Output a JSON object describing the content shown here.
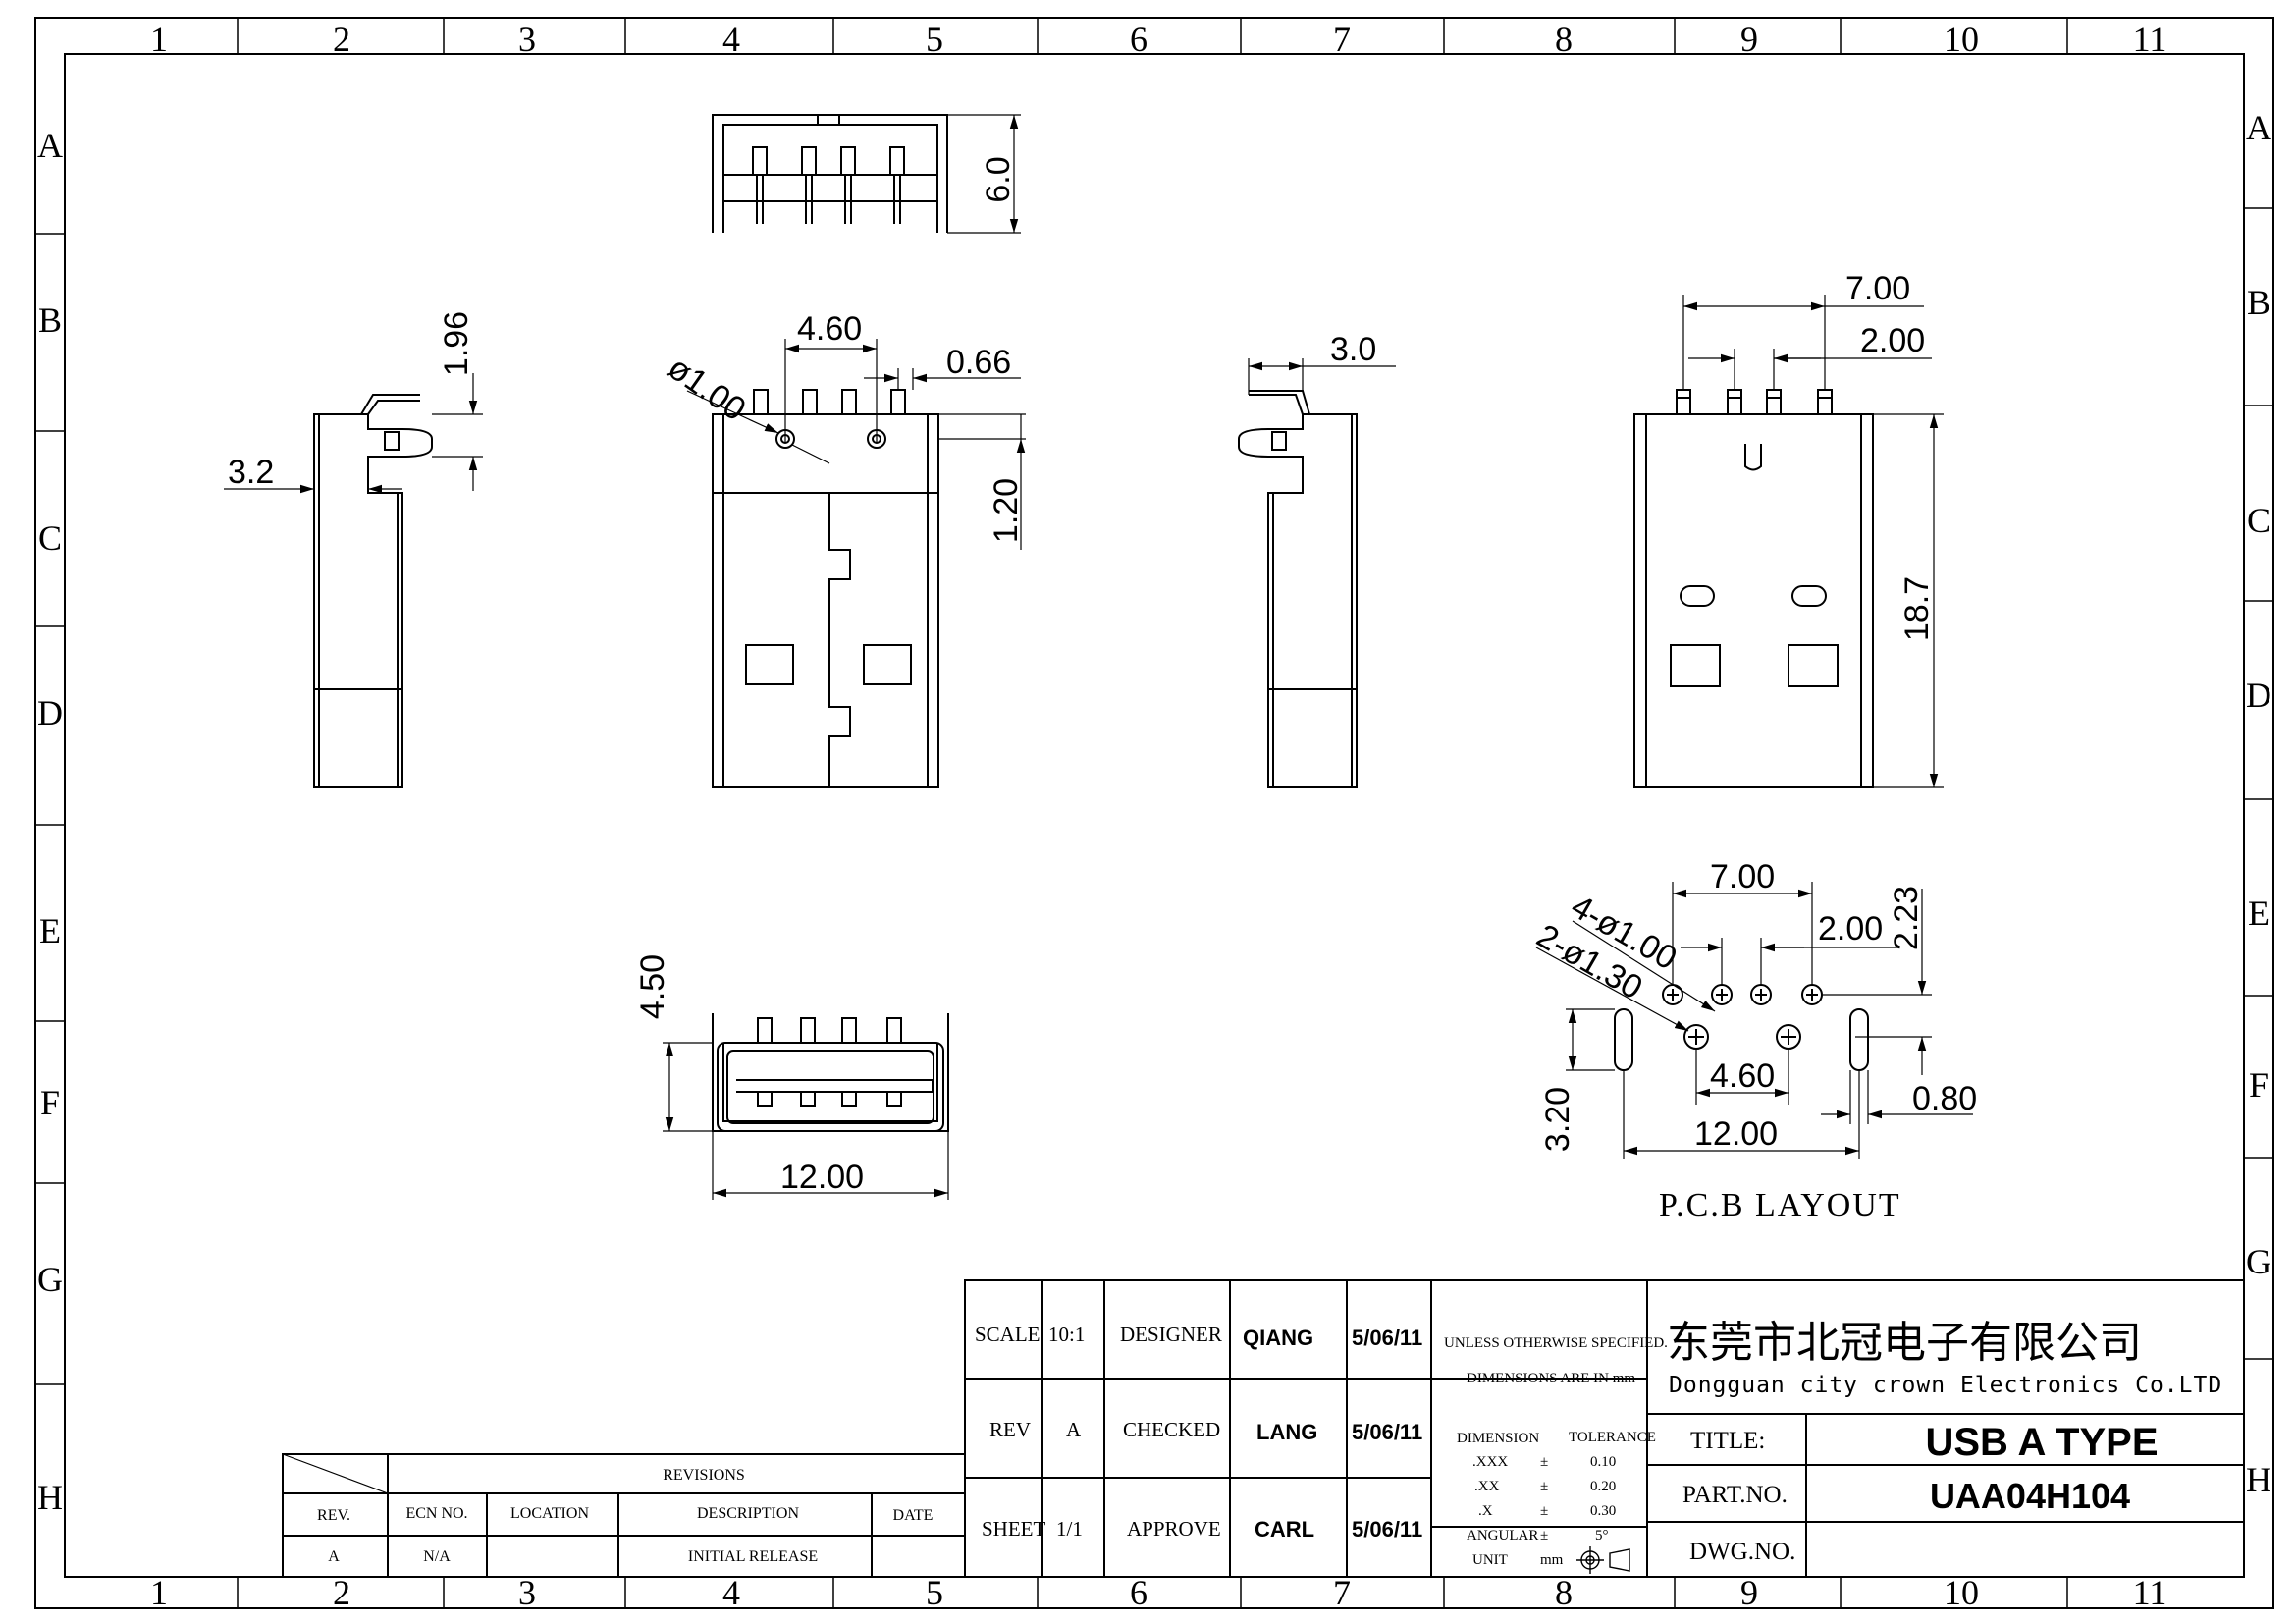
{
  "grid": {
    "columns": [
      "1",
      "2",
      "3",
      "4",
      "5",
      "6",
      "7",
      "8",
      "9",
      "10",
      "11"
    ],
    "rows": [
      "A",
      "B",
      "C",
      "D",
      "E",
      "F",
      "G",
      "H"
    ]
  },
  "dimensions": {
    "top_view_height": "6.0",
    "side_left_1_96": "1.96",
    "side_left_3_2": "3.2",
    "front_pitch": "4.60",
    "front_hole": "ø1.00",
    "front_offset": "0.66",
    "front_pin_h": "1.20",
    "side_right_3_0": "3.0",
    "bottom_width_7": "7.00",
    "bottom_pitch_2": "2.00",
    "bottom_length": "18.7",
    "end_height": "4.50",
    "end_width": "12.00"
  },
  "pcb_layout": {
    "title": "P.C.B LAYOUT",
    "span": "7.00",
    "pitch": "2.00",
    "offset_y": "2.23",
    "holes_small": "4-ø1.00",
    "holes_large": "2-ø1.30",
    "hole_spacing": "4.60",
    "slot_width": "0.80",
    "slot_height": "3.20",
    "slot_spacing": "12.00"
  },
  "title_block": {
    "scale_label": "SCALE",
    "scale_value": "10:1",
    "rev_label": "REV",
    "rev_value": "A",
    "sheet_label": "SHEET",
    "sheet_value": "1/1",
    "designer_label": "DESIGNER",
    "designer_name": "QIANG",
    "designer_date": "5/06/11",
    "checked_label": "CHECKED",
    "checked_name": "LANG",
    "checked_date": "5/06/11",
    "approve_label": "APPROVE",
    "approve_name": "CARL",
    "approve_date": "5/06/11",
    "note_line1": "UNLESS OTHERWISE SPECIFIED.",
    "note_line2": "DIMENSIONS ARE IN mm",
    "tol_dim_header": "DIMENSION",
    "tol_header": "TOLERANCE",
    "tolerances": [
      {
        "dim": ".XXX",
        "pm": "±",
        "val": "0.10"
      },
      {
        "dim": ".XX",
        "pm": "±",
        "val": "0.20"
      },
      {
        "dim": ".X",
        "pm": "±",
        "val": "0.30"
      },
      {
        "dim": "ANGULAR",
        "pm": "±",
        "val": "5°"
      }
    ],
    "unit_label": "UNIT",
    "unit_value": "mm",
    "company_cn": "东莞市北冠电子有限公司",
    "company_en": "Dongguan city crown Electronics Co.LTD",
    "title_label": "TITLE:",
    "title_value": "USB A TYPE",
    "part_label": "PART.NO.",
    "part_value": "UAA04H104",
    "dwg_label": "DWG.NO.",
    "dwg_value": ""
  },
  "revisions": {
    "header": "REVISIONS",
    "columns": [
      "REV.",
      "ECN NO.",
      "LOCATION",
      "DESCRIPTION",
      "DATE"
    ],
    "rows": [
      {
        "rev": "A",
        "ecn": "N/A",
        "location": "",
        "description": "INITIAL RELEASE",
        "date": ""
      }
    ]
  }
}
